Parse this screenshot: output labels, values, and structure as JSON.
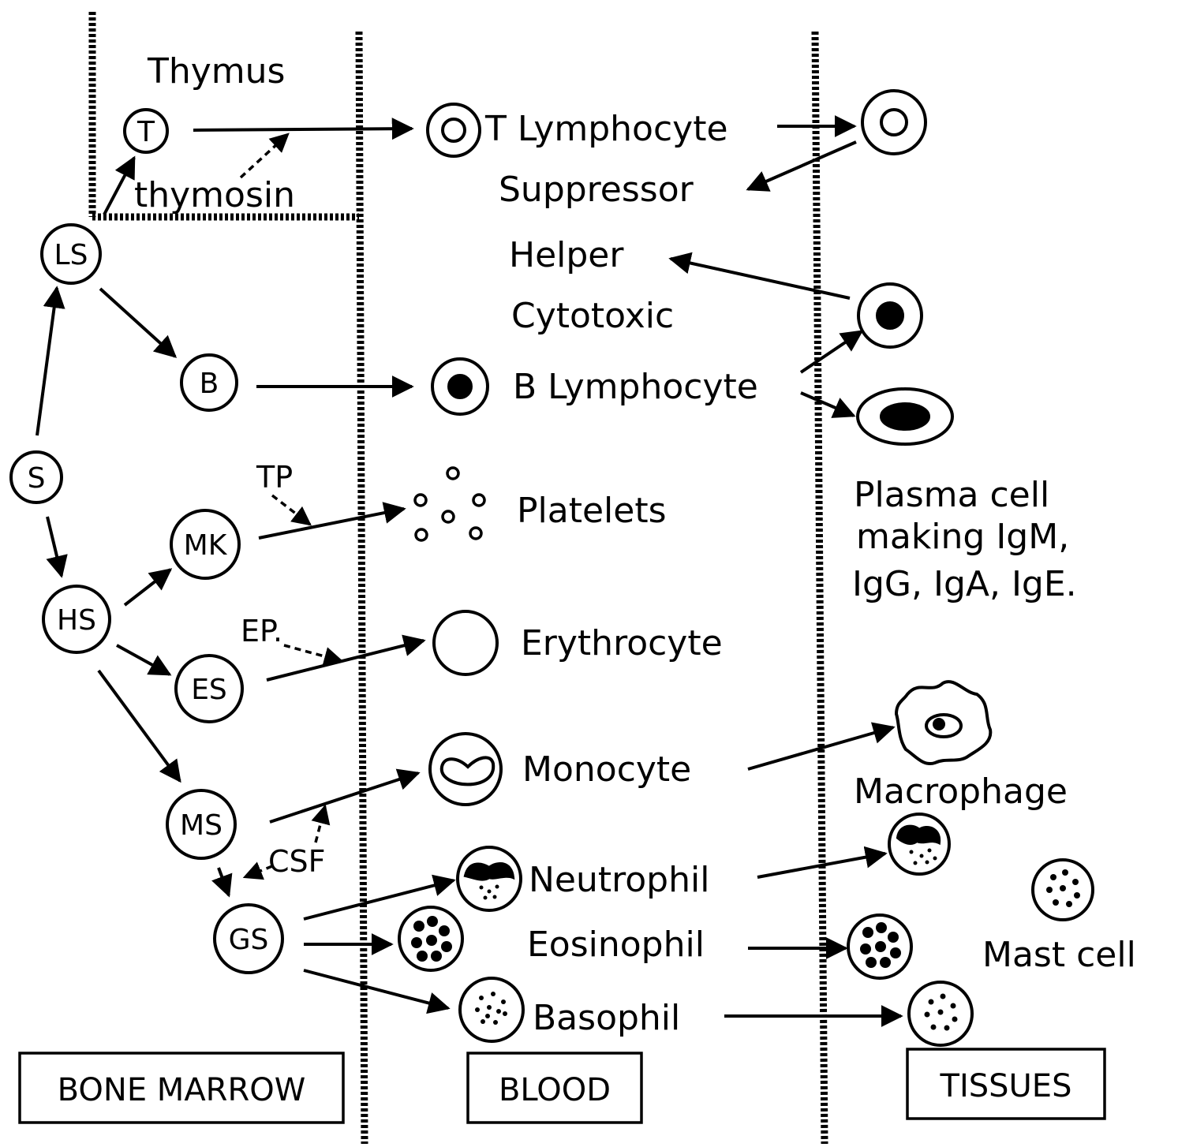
{
  "colors": {
    "ink": "#000000",
    "paper": "#ffffff"
  },
  "regions": {
    "bone_marrow": "BONE MARROW",
    "blood": "BLOOD",
    "tissues": "TISSUES"
  },
  "organ": {
    "thymus": "Thymus"
  },
  "stem_cells": {
    "s": "S",
    "ls": "LS",
    "hs": "HS",
    "t": "T",
    "b": "B",
    "mk": "MK",
    "es": "ES",
    "ms": "MS",
    "gs": "GS"
  },
  "factors": {
    "thymosin": "thymosin",
    "tp": "TP",
    "ep": "EP.",
    "csf": "CSF"
  },
  "blood_cells": {
    "t_lymphocyte": "T Lymphocyte",
    "suppressor": "Suppressor",
    "helper": "Helper",
    "cytotoxic": "Cytotoxic",
    "b_lymphocyte": "B Lymphocyte",
    "platelets": "Platelets",
    "erythrocyte": "Erythrocyte",
    "monocyte": "Monocyte",
    "neutrophil": "Neutrophil",
    "eosinophil": "Eosinophil",
    "basophil": "Basophil"
  },
  "tissue_cells": {
    "plasma_cell": [
      "Plasma cell",
      "making IgM,",
      "IgG, IgA, IgE."
    ],
    "macrophage": "Macrophage",
    "mast_cell": "Mast cell"
  }
}
